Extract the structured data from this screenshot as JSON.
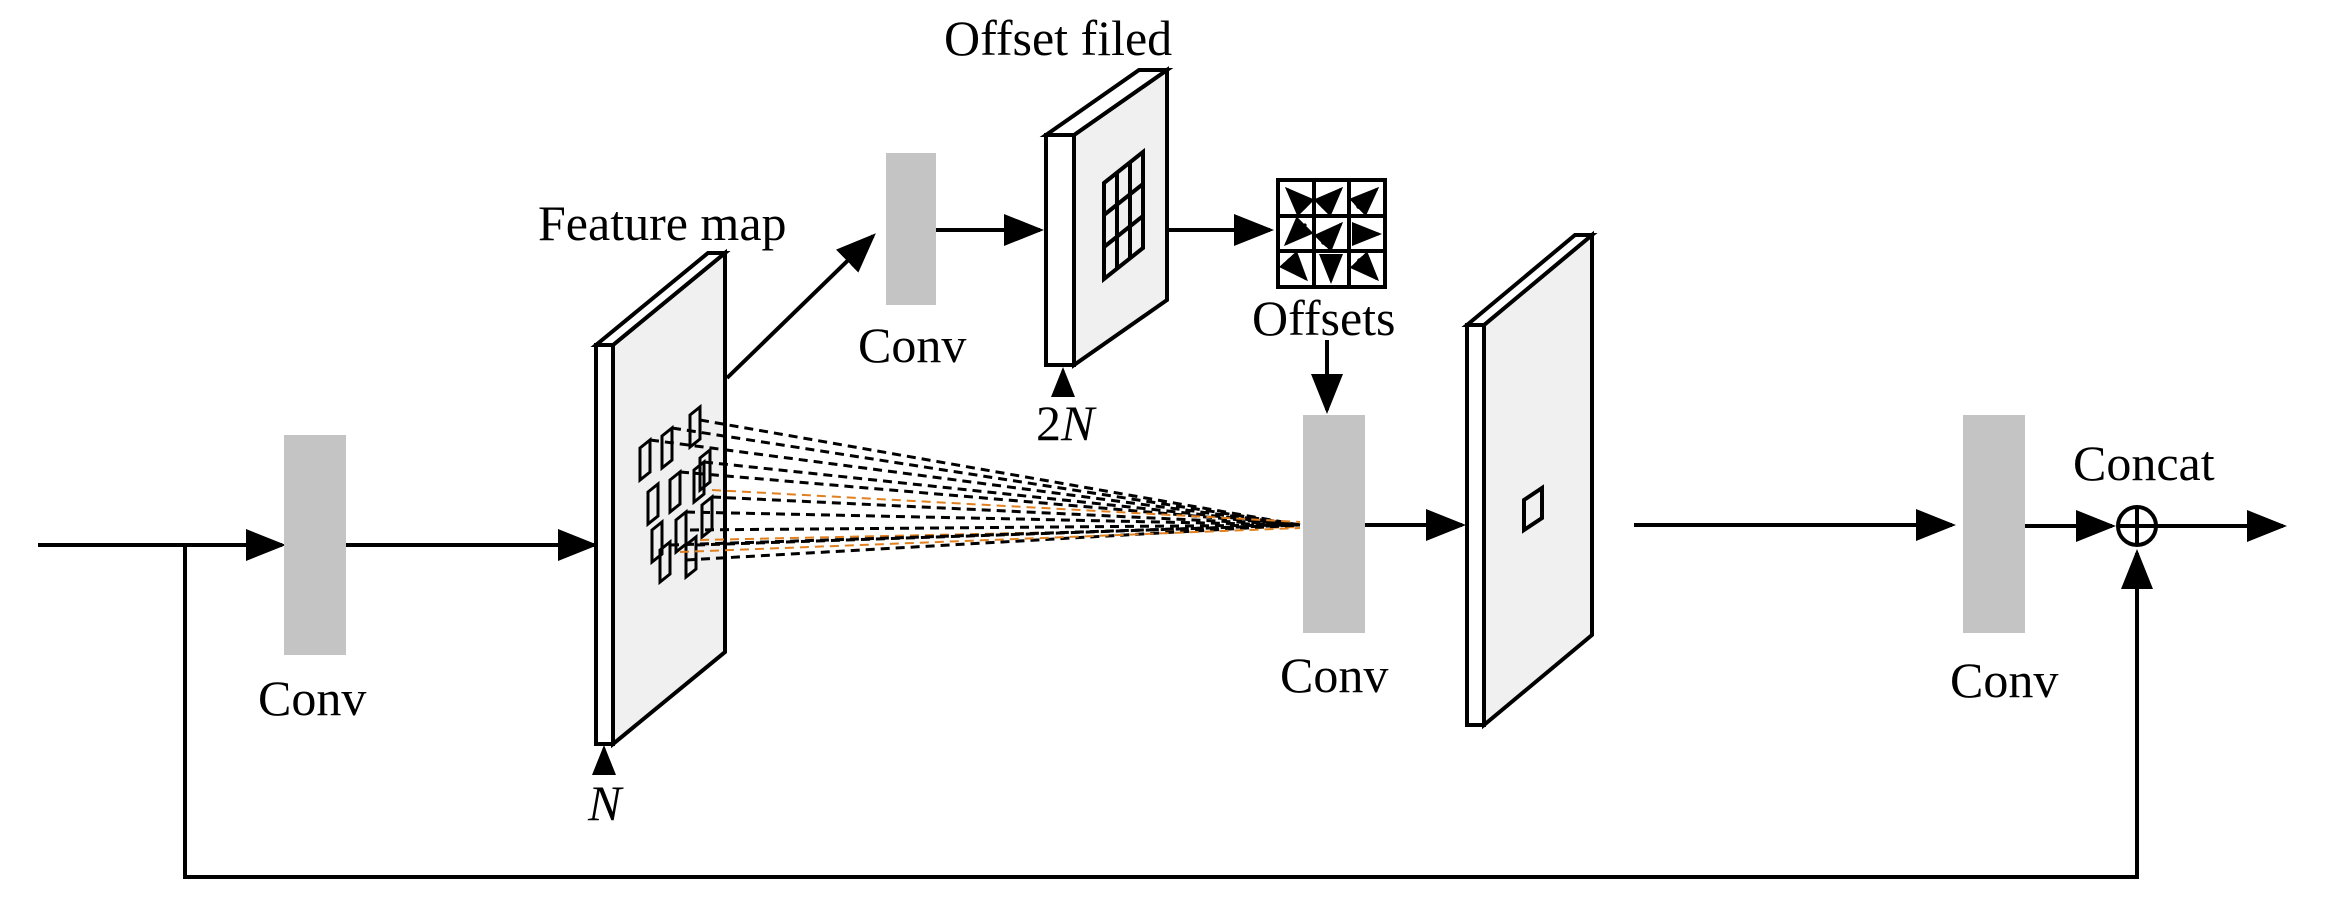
{
  "labels": {
    "conv": "Conv",
    "feature_map": "Feature map",
    "offset_field": "Offset filed",
    "offsets": "Offsets",
    "n": "N",
    "two_prefix": "2",
    "concat": "Concat"
  }
}
